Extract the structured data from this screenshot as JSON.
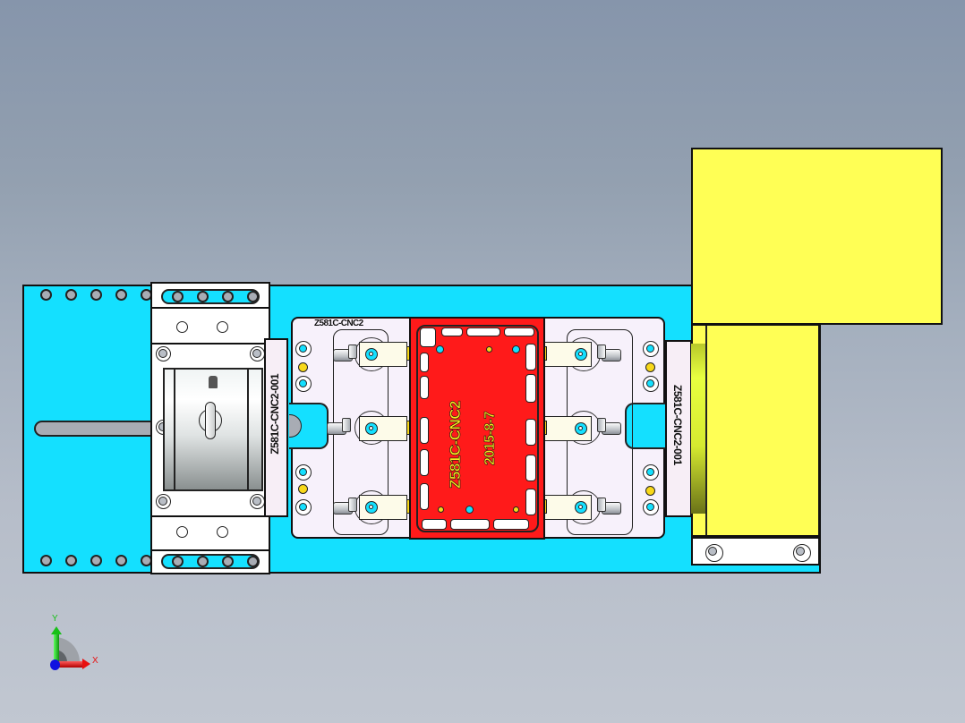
{
  "viewport": {
    "background_top": "#8695ab",
    "background_bottom": "#c1c7d1",
    "view": "Top (front) orthographic view of fixture assembly"
  },
  "model": {
    "fixture_label": "Z581C-CNC2",
    "left_part_label": "Z581C-CNC2-001",
    "right_part_label": "Z581C-CNC2-001",
    "workpiece_label": "Z581C-CNC2",
    "workpiece_date": "2015-8-7",
    "colors": {
      "base_plate": "#14e0ff",
      "workpiece": "#ff1a1a",
      "block": "#ffff55",
      "clamp_plate": "#f7f1fb",
      "pin_accent": "#f8d81a"
    }
  },
  "triad": {
    "x_label": "X",
    "y_label": "Y",
    "x_color": "#e81010",
    "y_color": "#18c018",
    "z_color": "#1010e0"
  }
}
